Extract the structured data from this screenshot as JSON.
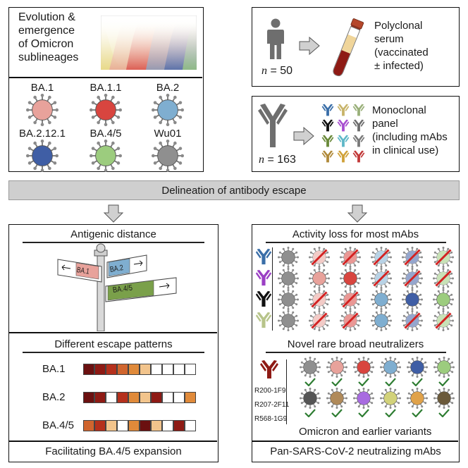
{
  "top_left": {
    "evolution_text": [
      "Evolution &",
      "emergence",
      "of Omicron",
      "sublineages"
    ],
    "variants": [
      {
        "label": "BA.1",
        "color": "#e8a29b"
      },
      {
        "label": "BA.1.1",
        "color": "#d8453f"
      },
      {
        "label": "BA.2",
        "color": "#7faed0"
      },
      {
        "label": "BA.2.12.1",
        "color": "#3f5ea5"
      },
      {
        "label": "BA.4/5",
        "color": "#9ccc7e"
      },
      {
        "label": "Wu01",
        "color": "#8f8f8f"
      }
    ]
  },
  "top_right": {
    "polyclonal": {
      "n_prefix": "n",
      "n_value": "= 50",
      "text": [
        "Polyclonal",
        "serum",
        "(vaccinated",
        "± infected)"
      ]
    },
    "monoclonal": {
      "n_prefix": "n",
      "n_value": "= 163",
      "text": [
        "Monoclonal",
        "panel",
        "(including mAbs",
        "in clinical use)"
      ]
    }
  },
  "center_band": "Delineation of antibody escape",
  "bottom_left": {
    "antigenic_title": "Antigenic distance",
    "signs": [
      "BA.1",
      "BA.2",
      "BA.4/5"
    ],
    "escape_title": "Different escape patterns",
    "patterns": [
      {
        "label": "BA.1",
        "cells": [
          "#6b1010",
          "#8e1a14",
          "#b5301c",
          "#d0652e",
          "#e08a3a",
          "#f2c48c",
          "#ffffff",
          "#ffffff",
          "#ffffff",
          "#ffffff"
        ]
      },
      {
        "label": "BA.2",
        "cells": [
          "#6b1010",
          "#8e1a14",
          "#ffffff",
          "#b5301c",
          "#e08a3a",
          "#f2c48c",
          "#8e1a14",
          "#ffffff",
          "#ffffff",
          "#e08a3a"
        ]
      },
      {
        "label": "BA.4/5",
        "cells": [
          "#d0652e",
          "#b5301c",
          "#f2c48c",
          "#ffffff",
          "#e08a3a",
          "#6b1010",
          "#f2c48c",
          "#ffffff",
          "#8e1a14",
          "#ffffff"
        ]
      }
    ],
    "footer": "Facilitating BA.4/5 expansion"
  },
  "bottom_right": {
    "activity_title": "Activity loss for most mAbs",
    "antibody_colors": [
      "#3a6ea8",
      "#9b3fc4",
      "#111111",
      "#b7c48a"
    ],
    "loss_grid": [
      [
        [
          "#8f8f8f",
          false
        ],
        [
          "#e8a29b",
          true
        ],
        [
          "#d8453f",
          true
        ],
        [
          "#7faed0",
          true
        ],
        [
          "#3f5ea5",
          true
        ],
        [
          "#9ccc7e",
          true
        ]
      ],
      [
        [
          "#8f8f8f",
          false
        ],
        [
          "#e8a29b",
          false
        ],
        [
          "#d8453f",
          false
        ],
        [
          "#7faed0",
          true
        ],
        [
          "#3f5ea5",
          true
        ],
        [
          "#9ccc7e",
          true
        ]
      ],
      [
        [
          "#8f8f8f",
          false
        ],
        [
          "#e8a29b",
          true
        ],
        [
          "#d8453f",
          true
        ],
        [
          "#7faed0",
          false
        ],
        [
          "#3f5ea5",
          false
        ],
        [
          "#9ccc7e",
          false
        ]
      ],
      [
        [
          "#8f8f8f",
          false
        ],
        [
          "#e8a29b",
          true
        ],
        [
          "#d8453f",
          true
        ],
        [
          "#7faed0",
          false
        ],
        [
          "#3f5ea5",
          true
        ],
        [
          "#9ccc7e",
          true
        ]
      ]
    ],
    "broad_title": "Novel rare broad neutralizers",
    "mab_names": [
      "R200-1F9",
      "R207-2F11",
      "R568-1G9"
    ],
    "broad_row1": [
      "#8f8f8f",
      "#e8a29b",
      "#d8453f",
      "#7faed0",
      "#3f5ea5",
      "#9ccc7e"
    ],
    "broad_row2": [
      "#555555",
      "#b08a5a",
      "#a86be0",
      "#d2d27a",
      "#e0a24a",
      "#6b5a3a"
    ],
    "caption": "Omicron and earlier variants",
    "footer": "Pan-SARS-CoV-2 neutralizing mAbs"
  }
}
